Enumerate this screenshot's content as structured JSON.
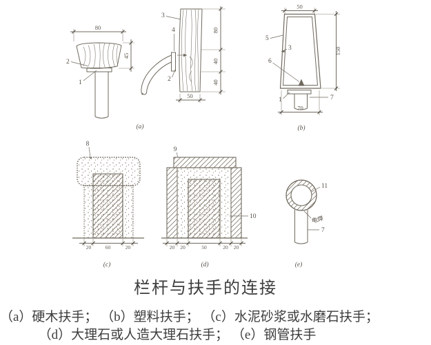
{
  "title": "栏杆与扶手的连接",
  "caption": {
    "line1": "（a）硬木扶手； （b）塑料扶手； （c）水泥砂浆或水磨石扶手；",
    "line2": "（d）大理石或人造大理石扶手； （e）钢管扶手"
  },
  "colors": {
    "line": "#6f695e",
    "text": "#3d3d3d",
    "dim_text": "#5d574d"
  },
  "diagrams": {
    "a": {
      "label": "(a)",
      "front_width": "80",
      "front_height": "45",
      "part1": "1",
      "part2": "2",
      "part3": "3",
      "part4": "4",
      "part2_side": "2",
      "side_heights": [
        "80",
        "40",
        "40"
      ],
      "side_width": "50"
    },
    "b": {
      "label": "(b)",
      "top_width": "50",
      "height": "150",
      "bottom_width": "70",
      "part5": "5",
      "part3": "3",
      "part6": "6",
      "part7": "7",
      "part1": "1"
    },
    "c": {
      "label": "(c)",
      "part8": "8",
      "dims": [
        "20",
        "60",
        "20"
      ]
    },
    "d": {
      "label": "(d)",
      "part9": "9",
      "part10": "10",
      "dims": [
        "20",
        "20",
        "50",
        "20",
        "20"
      ]
    },
    "e": {
      "label": "(e)",
      "part11": "11",
      "part7": "7",
      "weld_note": "电焊"
    }
  }
}
